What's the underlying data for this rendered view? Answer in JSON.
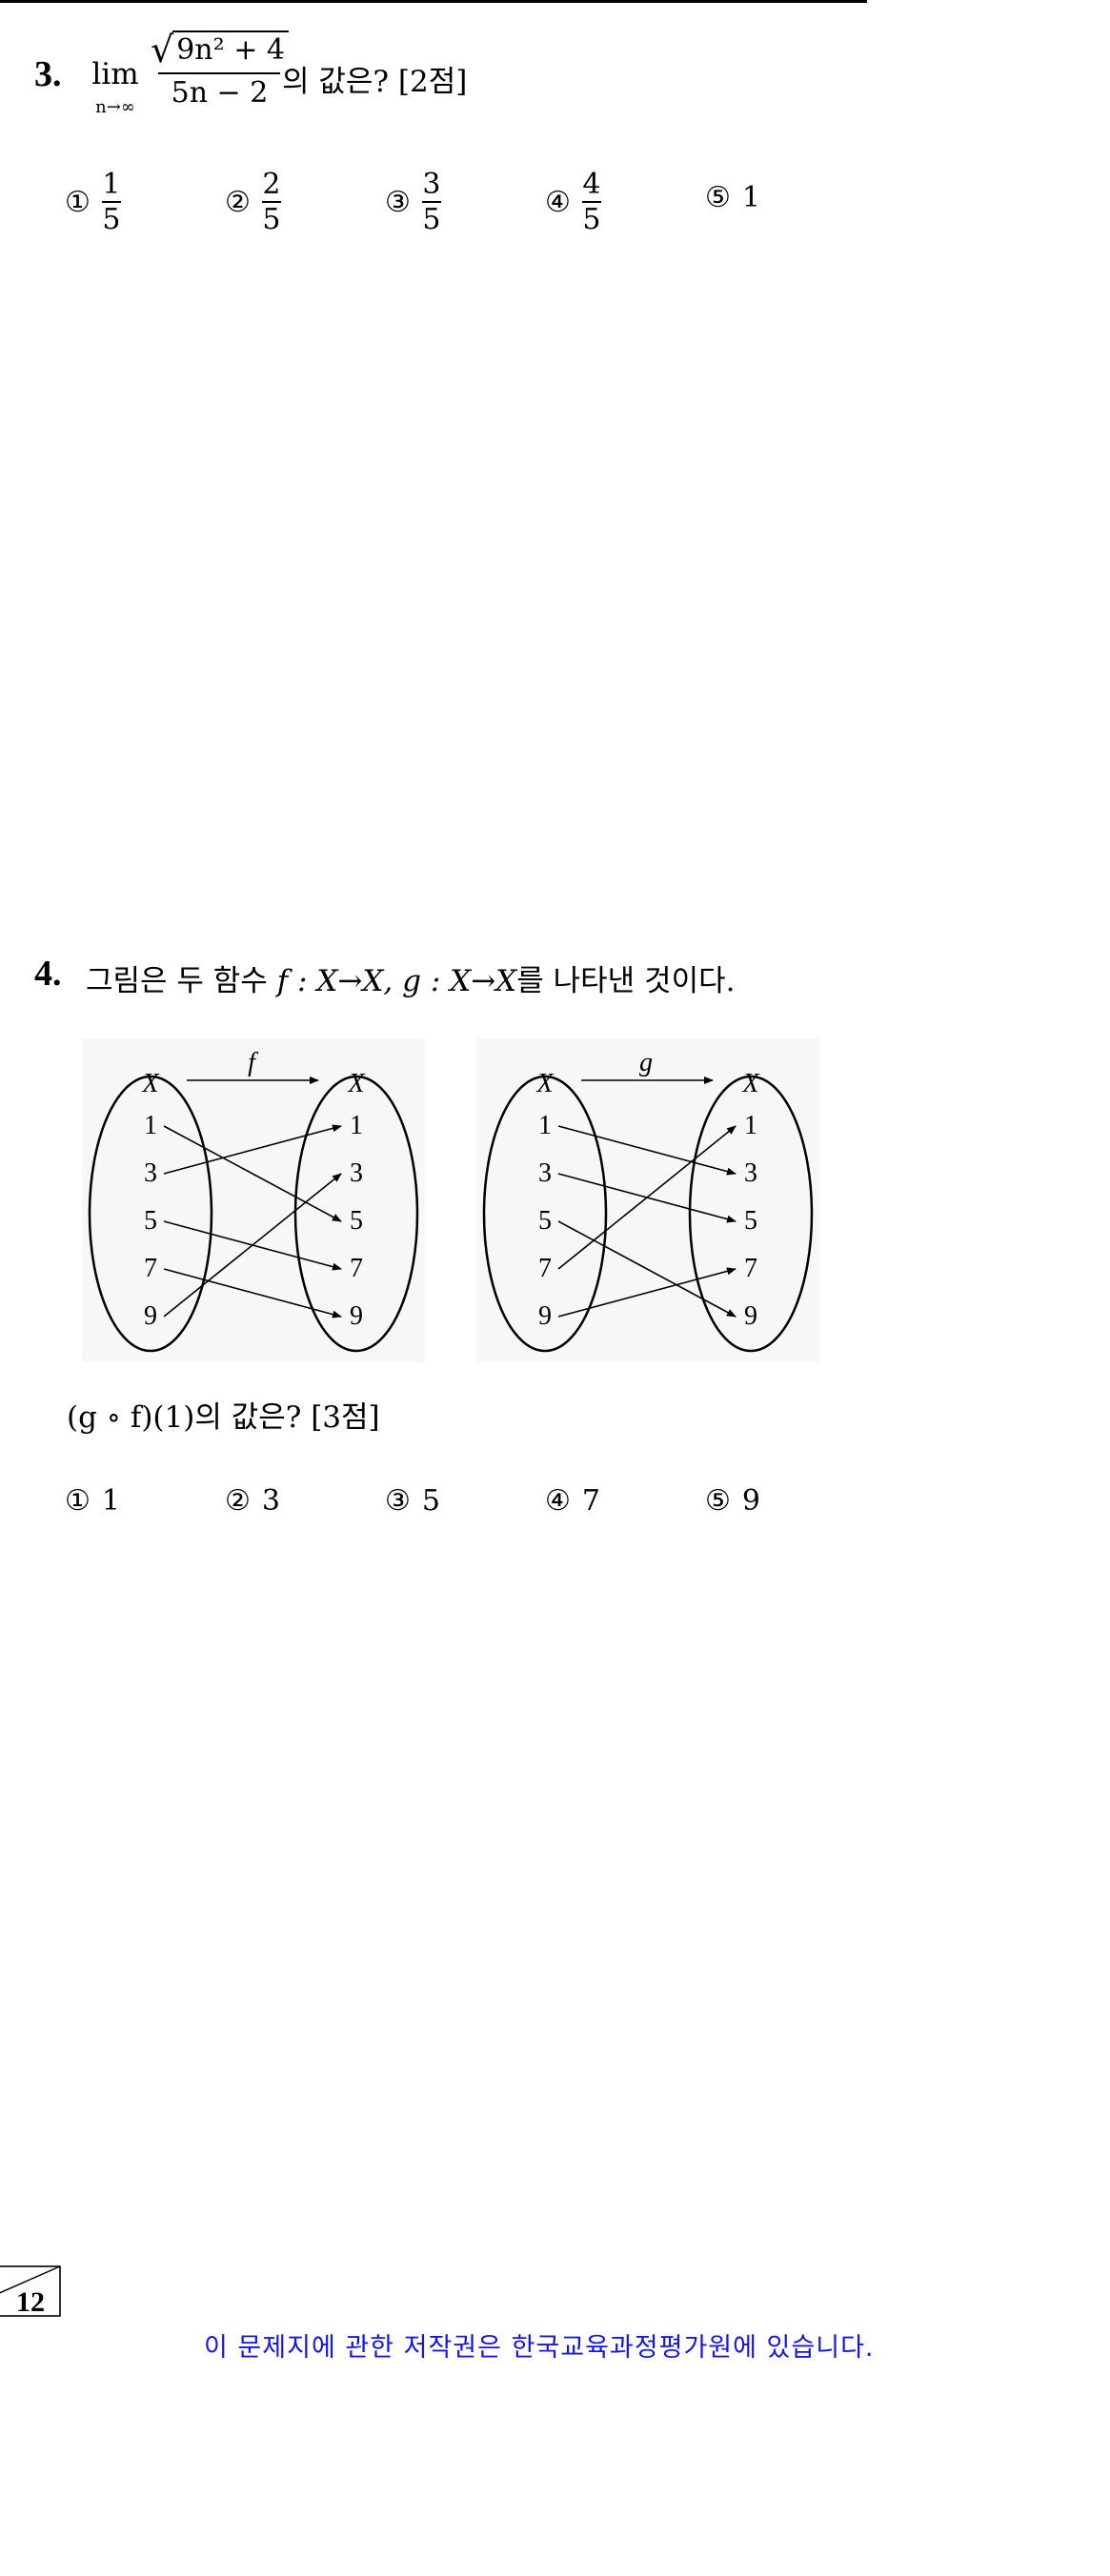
{
  "q3": {
    "number": "3.",
    "lim": "lim",
    "lim_sub": "n→∞",
    "numerator_radicand": "9n² + 4",
    "denominator": "5n − 2",
    "prompt_suffix": "의 값은? [2점]",
    "choices": [
      {
        "mark": "①",
        "num": "1",
        "den": "5"
      },
      {
        "mark": "②",
        "num": "2",
        "den": "5"
      },
      {
        "mark": "③",
        "num": "3",
        "den": "5"
      },
      {
        "mark": "④",
        "num": "4",
        "den": "5"
      },
      {
        "mark": "⑤",
        "value": "1"
      }
    ]
  },
  "q4": {
    "number": "4.",
    "prompt_a": "그림은 두 함수",
    "prompt_f": "f : X→X,",
    "prompt_g": "g : X→X",
    "prompt_b": "를 나타낸 것이다.",
    "sub_question": "(g ∘ f)(1)의 값은? [3점]",
    "diagram_f": {
      "function_label": "f",
      "set_label": "X",
      "domain": [
        "1",
        "3",
        "5",
        "7",
        "9"
      ],
      "codomain": [
        "1",
        "3",
        "5",
        "7",
        "9"
      ],
      "mapping": [
        [
          "1",
          "5"
        ],
        [
          "3",
          "1"
        ],
        [
          "5",
          "7"
        ],
        [
          "7",
          "9"
        ],
        [
          "9",
          "3"
        ]
      ]
    },
    "diagram_g": {
      "function_label": "g",
      "set_label": "X",
      "domain": [
        "1",
        "3",
        "5",
        "7",
        "9"
      ],
      "codomain": [
        "1",
        "3",
        "5",
        "7",
        "9"
      ],
      "mapping": [
        [
          "1",
          "3"
        ],
        [
          "3",
          "5"
        ],
        [
          "5",
          "9"
        ],
        [
          "7",
          "1"
        ],
        [
          "9",
          "7"
        ]
      ]
    },
    "choices": [
      {
        "mark": "①",
        "value": "1"
      },
      {
        "mark": "②",
        "value": "3"
      },
      {
        "mark": "③",
        "value": "5"
      },
      {
        "mark": "④",
        "value": "7"
      },
      {
        "mark": "⑤",
        "value": "9"
      }
    ]
  },
  "page_number": "12",
  "copyright": "이 문제지에 관한 저작권은 한국교육과정평가원에 있습니다."
}
